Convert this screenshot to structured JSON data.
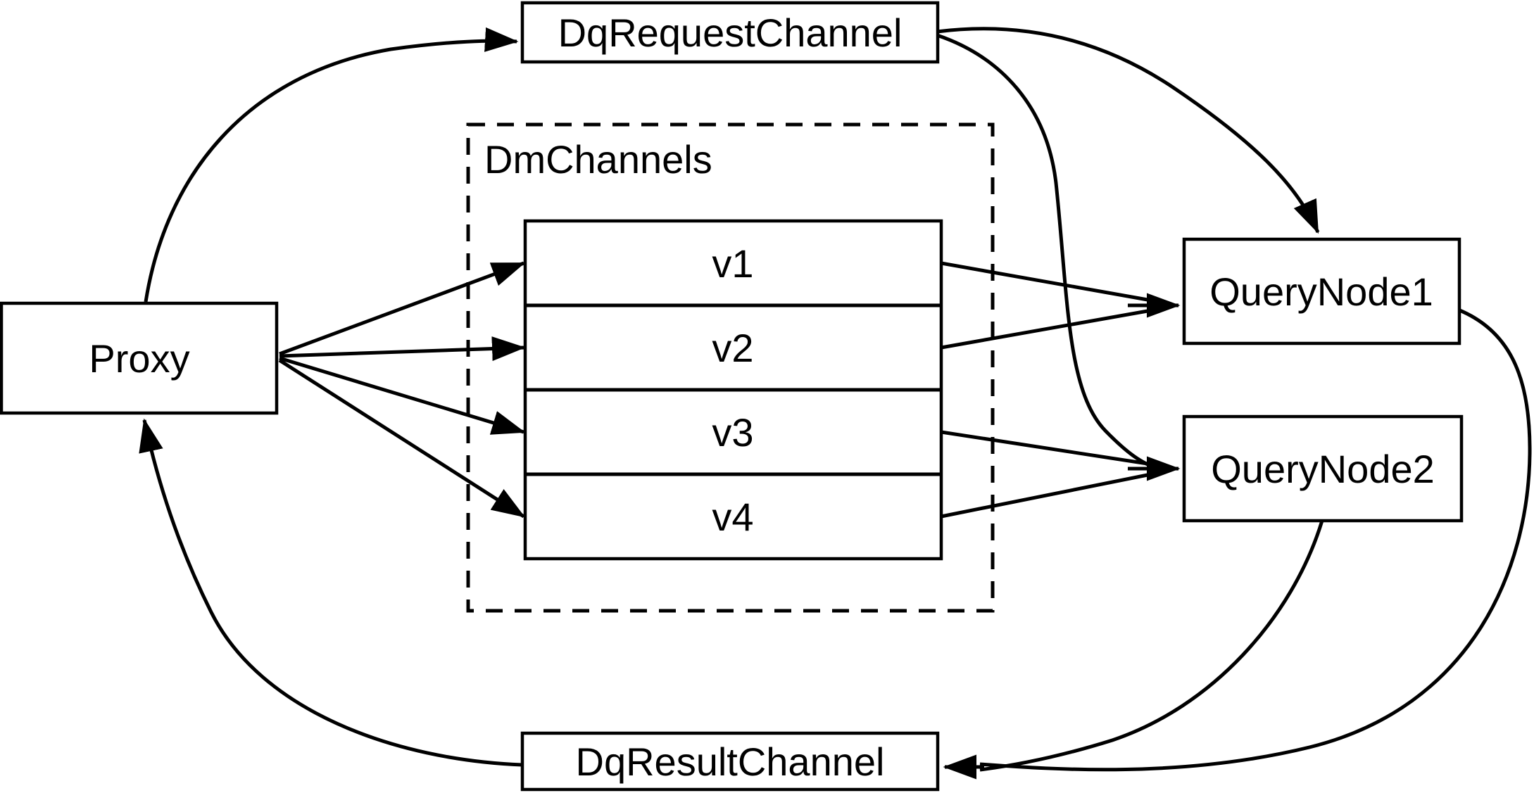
{
  "diagram": {
    "title": "query channel flow diagram",
    "background_color": "#ffffff",
    "line_color": "#000000",
    "nodes": {
      "proxy": {
        "label": "Proxy"
      },
      "request_channel": {
        "label": "DqRequestChannel"
      },
      "result_channel": {
        "label": "DqResultChannel"
      },
      "query_node_1": {
        "label": "QueryNode1"
      },
      "query_node_2": {
        "label": "QueryNode2"
      },
      "dm_channels_group": {
        "label": "DmChannels"
      },
      "channels": [
        {
          "label": "v1"
        },
        {
          "label": "v2"
        },
        {
          "label": "v3"
        },
        {
          "label": "v4"
        }
      ]
    },
    "edges": [
      "Proxy -> DqRequestChannel",
      "Proxy -> v1",
      "Proxy -> v2",
      "Proxy -> v3",
      "Proxy -> v4",
      "v1 -> QueryNode1",
      "v2 -> QueryNode1",
      "v3 -> QueryNode2",
      "v4 -> QueryNode2",
      "DqRequestChannel -> QueryNode1",
      "DqRequestChannel -> QueryNode2",
      "QueryNode1 -> DqResultChannel",
      "QueryNode2 -> DqResultChannel",
      "DqResultChannel -> Proxy"
    ]
  }
}
